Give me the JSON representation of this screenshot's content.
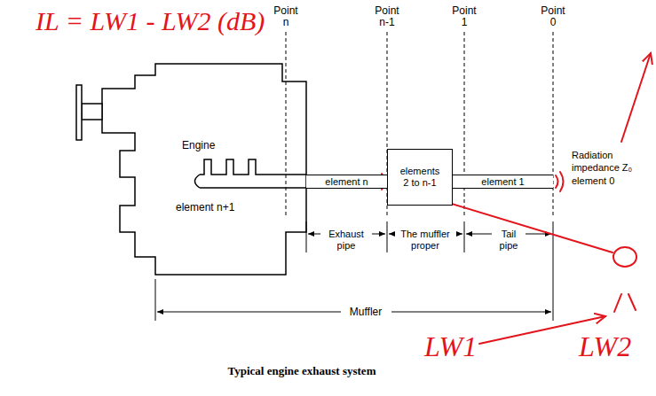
{
  "diagram": {
    "caption": "Typical engine exhaust system",
    "nodes": [
      {
        "text": [
          "Engine",
          "element n+1"
        ]
      },
      {
        "text": [
          "element n"
        ]
      },
      {
        "text": [
          "elements 2 to n-1"
        ]
      },
      {
        "text": [
          "element 1"
        ]
      }
    ],
    "labels": [
      "IL = LW1 - LW2 (dB)",
      "Point n",
      "Point n-1",
      "Point 1",
      "Point 0",
      "Radiation impedance Z₀",
      "element 0",
      "Exhaust pipe",
      "The muffler proper",
      "Tail pipe",
      "Muffler",
      "LW1",
      "LW2"
    ]
  }
}
